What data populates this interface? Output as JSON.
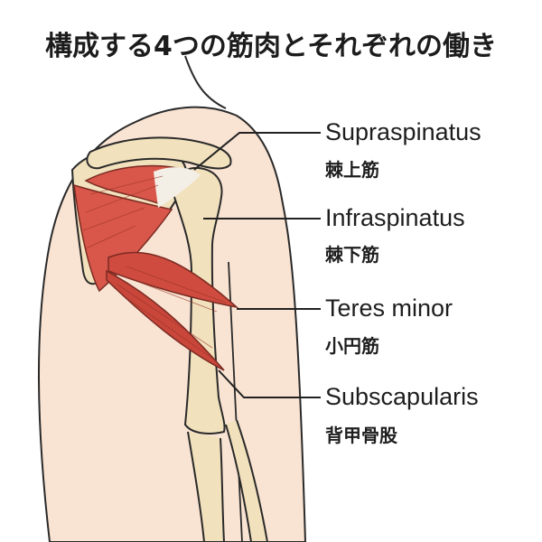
{
  "title": "構成する4つの筋肉とそれぞれの働き",
  "labels": [
    {
      "en": "Supraspinatus",
      "ja": "棘上筋"
    },
    {
      "en": "Infraspinatus",
      "ja": "棘下筋"
    },
    {
      "en": "Teres minor",
      "ja": "小円筋"
    },
    {
      "en": "Subscapularis",
      "ja": "背甲骨股"
    }
  ],
  "colors": {
    "skin": "#f9e3d2",
    "bone": "#f1e1bc",
    "muscle": "#d8574a",
    "outline": "#2a2a2a"
  }
}
